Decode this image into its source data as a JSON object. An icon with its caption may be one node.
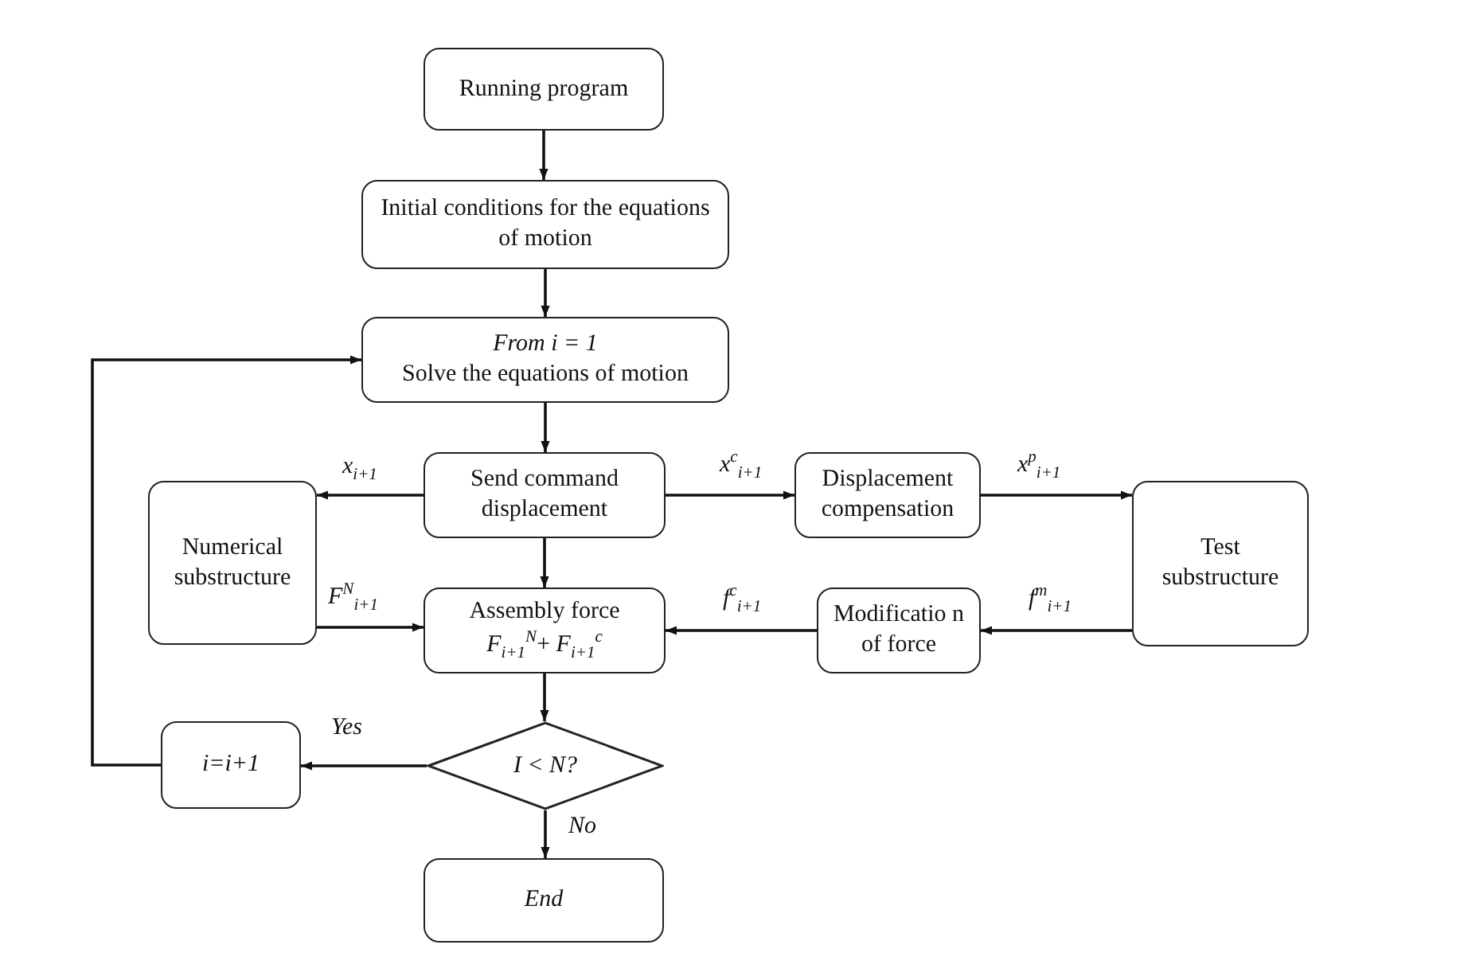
{
  "diagram": {
    "nodes": [
      {
        "text": [
          "Running program"
        ]
      },
      {
        "text": [
          "Initial conditions for the equations of motion"
        ]
      },
      {
        "text": [
          "From i = 1",
          "Solve the equations of motion"
        ]
      },
      {
        "text": [
          "Send command displacement"
        ]
      },
      {
        "text": [
          "Numerical substructure"
        ]
      },
      {
        "text": [
          "Displacement compensation"
        ]
      },
      {
        "text": [
          "Test substructure"
        ]
      },
      {
        "text": [
          "Assembly force",
          "*F*$_{i+1}$$^{N}$+ *F*$_{i+1}$$^{c}$"
        ]
      },
      {
        "text": [
          "Modificatio n of force"
        ]
      },
      {
        "text": [
          "I < N?"
        ]
      },
      {
        "text": [
          "i=i+1"
        ]
      },
      {
        "text": [
          "End"
        ]
      }
    ],
    "edges": [
      {
        "from": 0,
        "to": 1,
        "arrow": "to"
      },
      {
        "from": 1,
        "to": 2,
        "arrow": "to"
      },
      {
        "from": 2,
        "to": 3,
        "arrow": "to"
      },
      {
        "from": 3,
        "to": 4,
        "arrow": "to",
        "label": "*x*$_{i+1}$"
      },
      {
        "from": 3,
        "to": 5,
        "arrow": "to",
        "label": "*x*$^{c}$$_{i+1}$"
      },
      {
        "from": 5,
        "to": 6,
        "arrow": "to",
        "label": "*x*$^{p}$$_{i+1}$"
      },
      {
        "from": 3,
        "to": 7,
        "arrow": "to"
      },
      {
        "from": 4,
        "to": 7,
        "arrow": "to",
        "label": "*F*$^{N}$$_{i+1}$"
      },
      {
        "from": 6,
        "to": 8,
        "arrow": "to",
        "label": "*f*$^{m}$$_{i+1}$"
      },
      {
        "from": 8,
        "to": 7,
        "arrow": "to",
        "label": "*f*$^{c}$$_{i+1}$"
      },
      {
        "from": 7,
        "to": 9,
        "arrow": "to"
      },
      {
        "from": 9,
        "to": 10,
        "arrow": "to",
        "label": "Yes"
      },
      {
        "from": 10,
        "to": 2,
        "arrow": "to"
      },
      {
        "from": 9,
        "to": 11,
        "arrow": "to",
        "label": "No"
      }
    ]
  }
}
